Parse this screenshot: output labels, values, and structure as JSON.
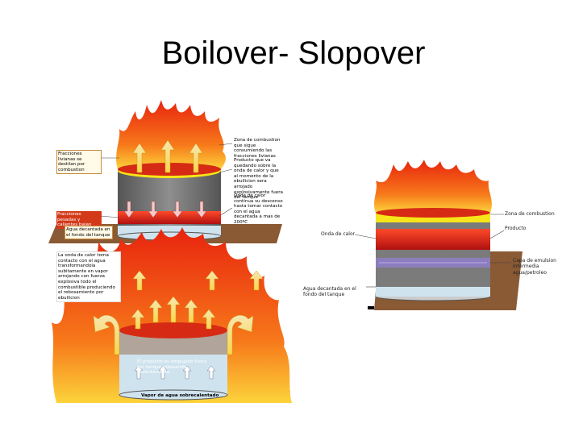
{
  "slide": {
    "title": "Boilover- Slopover"
  },
  "left_top_labels": {
    "zona_combustion": "Zona de combustion que sigue consumiendo las fracciones livianas",
    "producto": "Producto que va quedando sobre la onda de calor y que al momento de la ebullicion sera arrojado explosivamente fuera del tanque",
    "onda_calor": "Onda de calor continua su descenso hasta tomar contacto con el agua decantada a mas de 200ºC",
    "fracciones_livianas": "Fracciones livianas se destilan por combustion",
    "fracciones_pesadas": "Fracciones pesadas y calientes bajan",
    "agua_decantada": "Agua decantada en el fondo del tanque"
  },
  "left_bottom_labels": {
    "onda_contacto": "La onda de calor toma contacto con el agua transformandola subitamente en vapor arrojando con fuerza explosiva todo el combustible produciendo el rebosamiento por ebullicion",
    "producto_empujado": "El producto es empujado fuera del tanque rebosando violentamente",
    "vapor": "Vapor de agua sobrecalentado"
  },
  "right_labels": {
    "zona_combustion": "Zona de combustion",
    "producto": "Producto",
    "onda_calor": "Onda de calor",
    "capa_emulsion": "Capa de emulsion intermedia agua/petroleo",
    "agua_decantada": "Agua decantada en el fondo del tanque"
  },
  "colors": {
    "flame_outer": "#e8230e",
    "flame_mid": "#f7791a",
    "flame_inner": "#fcd33b",
    "tank_gray": "#7a7a7a",
    "product_yellow": "#f7e519",
    "heat_red": "#d41f14",
    "water_blue": "#cfe3ef",
    "ground_brown": "#8a5a34"
  }
}
